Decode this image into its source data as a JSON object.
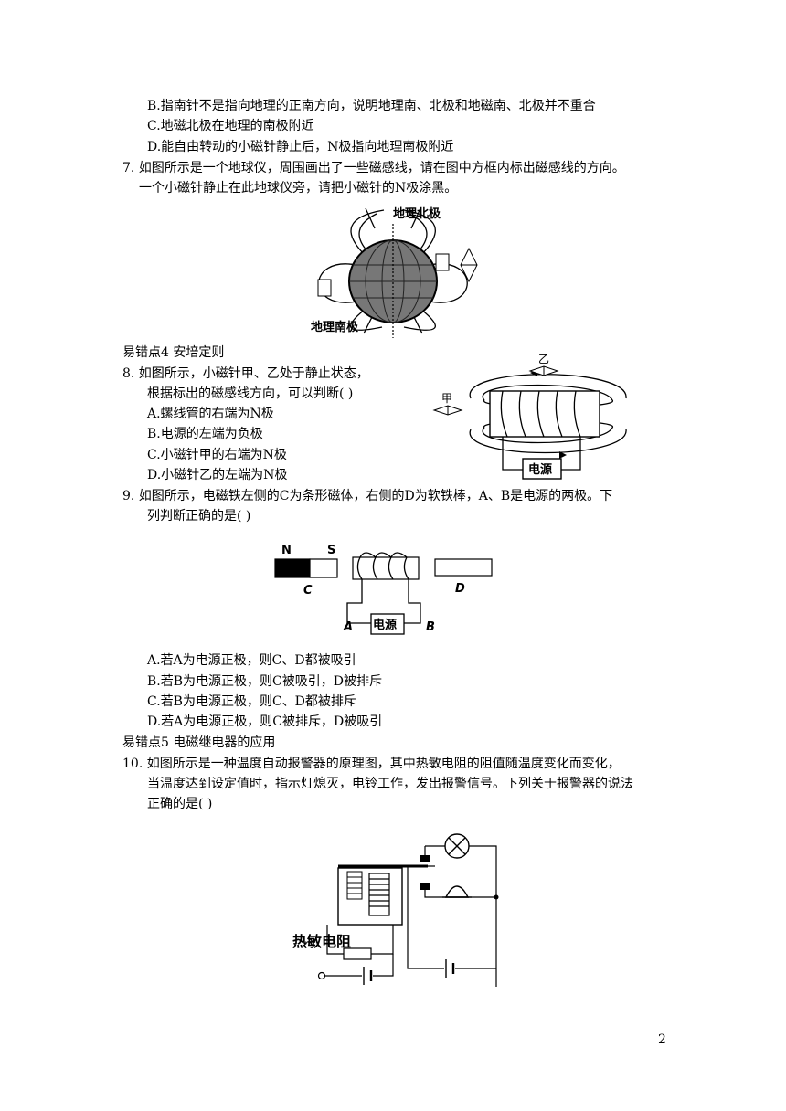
{
  "q6": {
    "optB": "B.指南针不是指向地理的正南方向，说明地理南、北极和地磁南、北极并不重合",
    "optC": "C.地磁北极在地理的南极附近",
    "optD": "D.能自由转动的小磁针静止后，N极指向地理南极附近"
  },
  "q7": {
    "line1": "7.   如图所示是一个地球仪，周围画出了一些磁感线，请在图中方框内标出磁感线的方向。",
    "line2": "一个小磁针静止在此地球仪旁，请把小磁针的N极涂黑。",
    "fig_north": "地理北极",
    "fig_south": "地理南极"
  },
  "sec4": "易错点4    安培定则",
  "q8": {
    "line1": "8.   如图所示，小磁针甲、乙处于静止状态，",
    "line2": "根据标出的磁感线方向，可以判断(      )",
    "optA": "A.螺线管的右端为N极",
    "optB": "B.电源的左端为负极",
    "optC": "C.小磁针甲的右端为N极",
    "optD": "D.小磁针乙的左端为N极",
    "fig_jia": "甲",
    "fig_yi": "乙",
    "fig_power": "电源"
  },
  "q9": {
    "line1": "9.   如图所示，电磁铁左侧的C为条形磁体，右侧的D为软铁棒，A、B是电源的两极。下",
    "line2": "列判断正确的是(      )",
    "fig_N": "N",
    "fig_S": "S",
    "fig_C": "C",
    "fig_D": "D",
    "fig_A": "A",
    "fig_B": "B",
    "fig_power": "电源",
    "optA": "A.若A为电源正极，则C、D都被吸引",
    "optB": "B.若B为电源正极，则C被吸引，D被排斥",
    "optC": "C.若B为电源正极，则C、D都被排斥",
    "optD": "D.若A为电源正极，则C被排斥，D被吸引"
  },
  "sec5": "易错点5   电磁继电器的应用",
  "q10": {
    "line1": "10.    如图所示是一种温度自动报警器的原理图，其中热敏电阻的阻值随温度变化而变化，",
    "line2": "当温度达到设定值时，指示灯熄灭，电铃工作，发出报警信号。下列关于报警器的说法",
    "line3": "正确的是(      )",
    "fig_thermistor": "热敏电阻"
  },
  "page_number": "2"
}
